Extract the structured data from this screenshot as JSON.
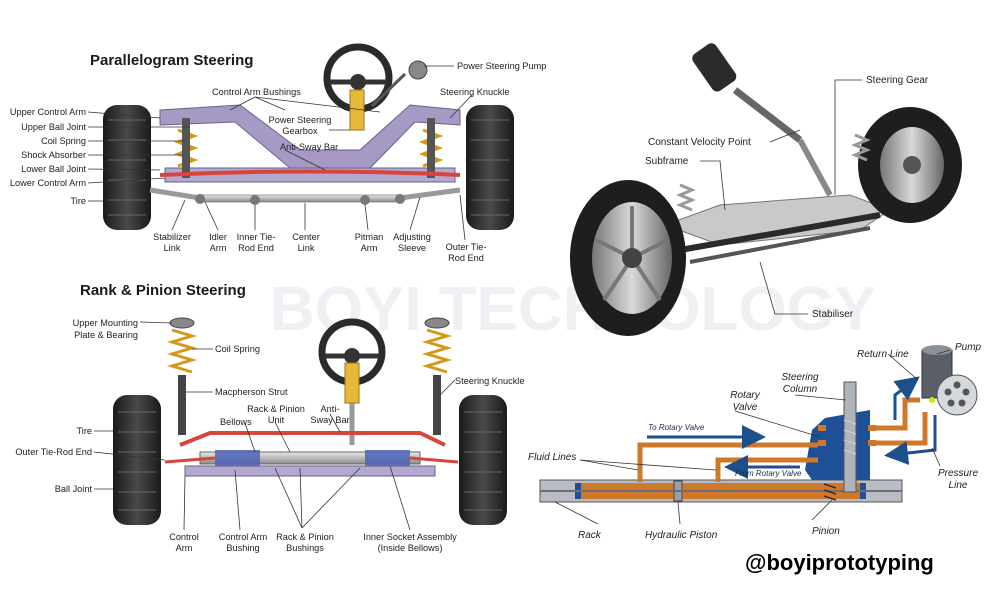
{
  "watermark": "BOYI TECHNOLOGY",
  "handle": "@boyiprototyping",
  "parallelogram": {
    "title": "Parallelogram Steering",
    "labels": {
      "upper_control_arm": "Upper Control Arm",
      "upper_ball_joint": "Upper Ball Joint",
      "coil_spring": "Coil Spring",
      "shock_absorber": "Shock Absorber",
      "lower_ball_joint": "Lower Ball Joint",
      "lower_control_arm": "Lower Control Arm",
      "tire": "Tire",
      "control_arm_bushings": "Control Arm Bushings",
      "power_steering_pump": "Power Steering Pump",
      "steering_knuckle": "Steering Knuckle",
      "power_steering_gearbox": [
        "Power Steering",
        "Gearbox"
      ],
      "anti_sway_bar": "Anti-Sway Bar",
      "stabilizer_link": [
        "Stabilizer",
        "Link"
      ],
      "idler_arm": [
        "Idler",
        "Arm"
      ],
      "inner_tie_rod_end": [
        "Inner Tie-",
        "Rod End"
      ],
      "center_link": [
        "Center",
        "Link"
      ],
      "pitman_arm": [
        "Pitman",
        "Arm"
      ],
      "adjusting_sleeve": [
        "Adjusting",
        "Sleeve"
      ],
      "outer_tie_rod_end": [
        "Outer Tie-",
        "Rod End"
      ]
    }
  },
  "rack_pinion": {
    "title": "Rank & Pinion Steering",
    "labels": {
      "upper_mounting_plate": [
        "Upper Mounting",
        "Plate & Bearing"
      ],
      "coil_spring": "Coil Spring",
      "macpherson_strut": "Macpherson Strut",
      "rack_pinion_unit": [
        "Rack & Pinion",
        "Unit"
      ],
      "bellows": "Bellows",
      "anti_sway_bar": [
        "Anti-",
        "Sway Bar"
      ],
      "steering_knuckle": "Steering Knuckle",
      "tire": "Tire",
      "outer_tie_rod_end": "Outer Tie-Rod End",
      "ball_joint": "Ball Joint",
      "control_arm": [
        "Control",
        "Arm"
      ],
      "control_arm_bushing": [
        "Control Arm",
        "Bushing"
      ],
      "rack_pinion_bushings": [
        "Rack & Pinion",
        "Bushings"
      ],
      "inner_socket_assembly": [
        "Inner Socket Assembly",
        "(Inside Bellows)"
      ]
    }
  },
  "suspension": {
    "labels": {
      "steering_gear": "Steering Gear",
      "constant_velocity_point": "Constant Velocity Point",
      "subframe": "Subframe",
      "stabiliser": "Stabiliser"
    }
  },
  "hydraulic": {
    "labels": {
      "return_line": "Return Line",
      "pump": "Pump",
      "steering_column": [
        "Steering",
        "Column"
      ],
      "rotary_valve": [
        "Rotary",
        "Valve"
      ],
      "to_rotary_valve": "To Rotary Valve",
      "from_rotary_valve": "From Rotary Valve",
      "fluid_lines": "Fluid Lines",
      "pressure_line": [
        "Pressure",
        "Line"
      ],
      "rack": "Rack",
      "hydraulic_piston": "Hydraulic Piston",
      "pinion": "Pinion"
    },
    "colors": {
      "fluid": "#d0782a",
      "flow_arrow": "#1c4f8c",
      "housing": "#1f4f96"
    }
  }
}
